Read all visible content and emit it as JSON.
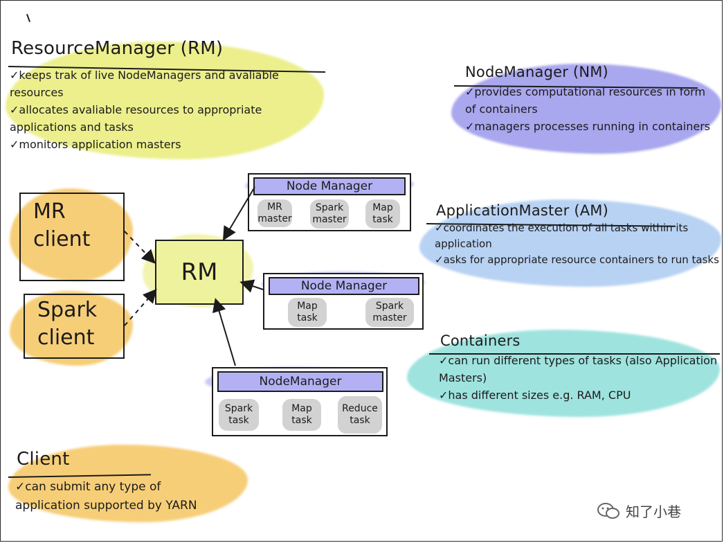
{
  "rm_panel": {
    "title": "ResourceManager (RM)",
    "items": [
      "✓keeps trak of live NodeManagers and avaliable",
      "resources",
      "✓allocates avaliable resources to appropriate",
      "applications and tasks",
      "✓monitors application masters"
    ]
  },
  "nm_panel": {
    "title": "NodeManager (NM)",
    "items": [
      "✓provides computational resources in form",
      "of containers",
      "✓managers processes running in containers"
    ]
  },
  "am_panel": {
    "title": "ApplicationMaster (AM)",
    "items": [
      "✓coordinates the execution of all tasks within its",
      "application",
      "✓asks for appropriate resource containers to run tasks"
    ]
  },
  "containers_panel": {
    "title": "Containers",
    "items": [
      "✓can run different types of tasks (also Application",
      "Masters)",
      "✓has different sizes e.g. RAM, CPU"
    ]
  },
  "client_panel": {
    "title": "Client",
    "items": [
      "✓can submit any type of",
      "application supported by YARN"
    ]
  },
  "diagram": {
    "mr_client": [
      "MR",
      "client"
    ],
    "spark_client": [
      "Spark",
      "client"
    ],
    "rm_label": "RM",
    "node_managers": [
      {
        "title": "Node Manager",
        "tasks": [
          [
            "MR",
            "master"
          ],
          [
            "Spark",
            "master"
          ],
          [
            "Map",
            "task"
          ]
        ]
      },
      {
        "title": "Node Manager",
        "tasks": [
          [
            "Map",
            "task"
          ],
          [
            "Spark",
            "master"
          ]
        ]
      },
      {
        "title": "NodeManager",
        "tasks": [
          [
            "Spark",
            "task"
          ],
          [
            "Map",
            "task"
          ],
          [
            "Reduce",
            "task"
          ]
        ]
      }
    ]
  },
  "watermark": "知了小巷"
}
